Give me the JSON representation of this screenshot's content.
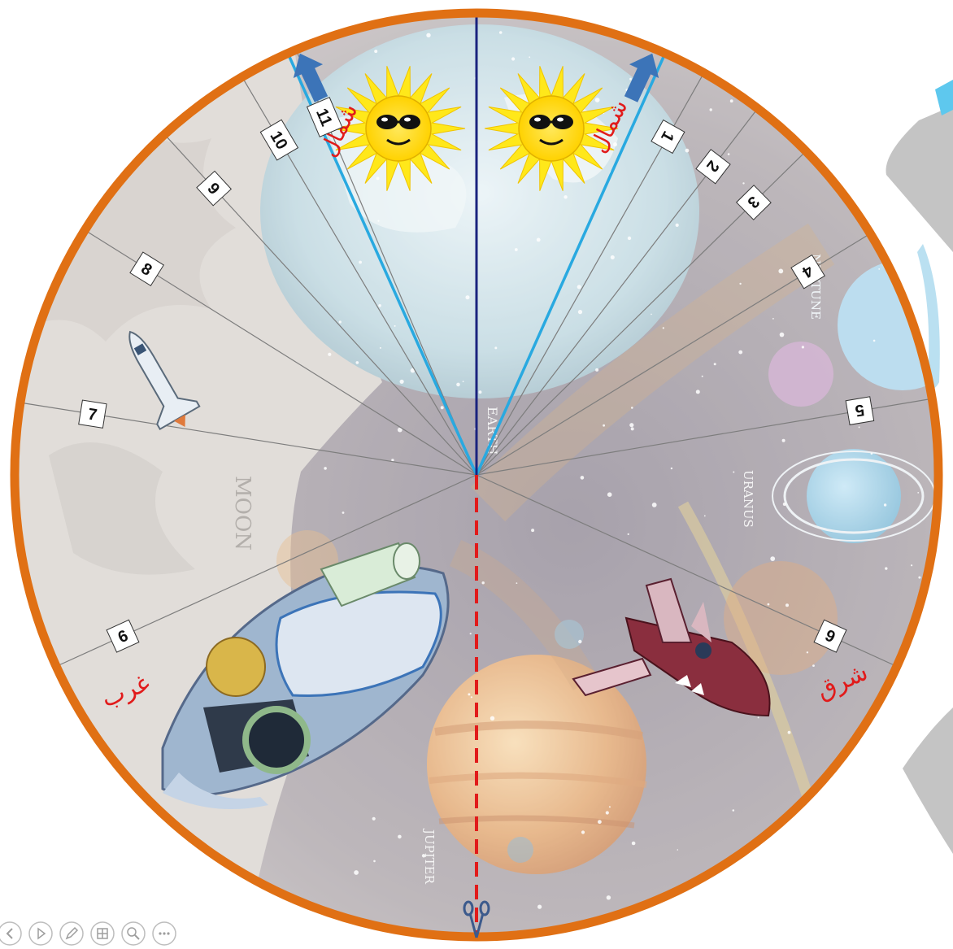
{
  "dial": {
    "hour_labels": [
      {
        "text": "1",
        "angle": 29.5
      },
      {
        "text": "2",
        "angle": 37.5
      },
      {
        "text": "3",
        "angle": 45.5
      },
      {
        "text": "4",
        "angle": 58.5
      },
      {
        "text": "5",
        "angle": 80.5
      },
      {
        "text": "6",
        "angle": 114.5
      },
      {
        "text": "6",
        "angle": 245.5
      },
      {
        "text": "7",
        "angle": 279
      },
      {
        "text": "8",
        "angle": 302
      },
      {
        "text": "9",
        "angle": 317.5
      },
      {
        "text": "10",
        "angle": 329.5
      },
      {
        "text": "11",
        "angle": 337
      }
    ],
    "north_left": "شمال",
    "north_right": "شمال",
    "east_label": "شرق",
    "west_label": "غرب",
    "planet_labels": {
      "earth": "EARTH",
      "moon": "MOON",
      "neptune": "NEPTUNE",
      "uranus": "URANUS",
      "jupiter": "JUPITER"
    },
    "colors": {
      "rim": "#E07014",
      "north_line": "#1A237E",
      "wedge_line": "#29A9E0",
      "cut_line": "#E11B1B",
      "label_red": "#E11B1B",
      "arrow_blue": "#3C74B8",
      "sun_yellow": "#FFE81A"
    },
    "icons": [
      "scissors-icon",
      "space-shuttle-icon",
      "spaceship-icon",
      "fighter-ship-icon",
      "sun-face-icon"
    ]
  },
  "toolbar": {
    "buttons": [
      {
        "name": "previous-button",
        "icon": "chevron-left-icon"
      },
      {
        "name": "play-button",
        "icon": "play-icon"
      },
      {
        "name": "pen-button",
        "icon": "pen-icon"
      },
      {
        "name": "slides-button",
        "icon": "slides-icon"
      },
      {
        "name": "zoom-button",
        "icon": "magnifier-icon"
      },
      {
        "name": "more-button",
        "icon": "more-icon"
      }
    ]
  }
}
